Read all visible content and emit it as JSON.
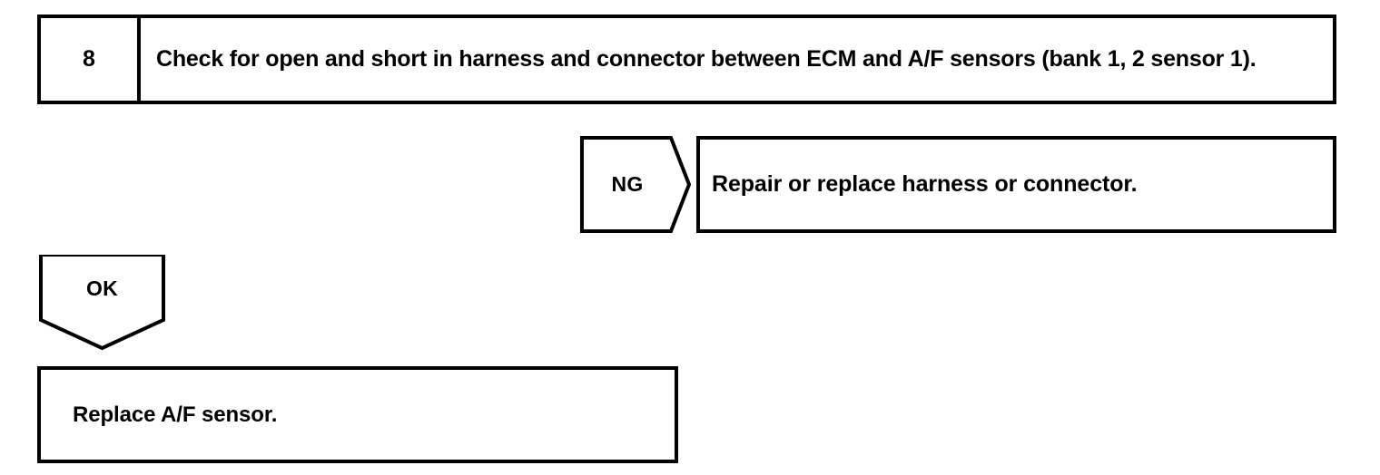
{
  "document": {
    "type": "troubleshooting-flowchart",
    "background_color": "#ffffff",
    "line_color": "#000000"
  },
  "step": {
    "number": "8",
    "instruction": "Check for open and short in harness and connector between ECM and A/F sensors (bank 1, 2 sensor 1)."
  },
  "branches": {
    "ng": {
      "label": "NG",
      "result": "Repair or replace harness or connector."
    },
    "ok": {
      "label": "OK",
      "result": "Replace A/F sensor."
    }
  }
}
